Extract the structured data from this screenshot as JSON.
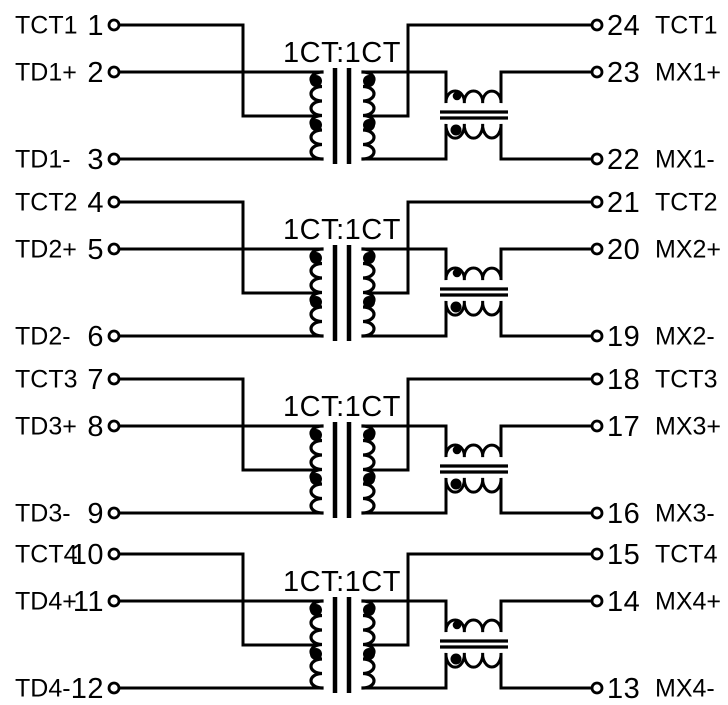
{
  "colors": {
    "wire": "#000000",
    "text": "#000000",
    "background": "#ffffff"
  },
  "channels": [
    {
      "ratio": "1CT:1CT",
      "left": [
        {
          "name": "TCT1",
          "pin": "1"
        },
        {
          "name": "TD1+",
          "pin": "2"
        },
        {
          "name": "TD1-",
          "pin": "3"
        }
      ],
      "right": [
        {
          "pin": "24",
          "name": "TCT1"
        },
        {
          "pin": "23",
          "name": "MX1+"
        },
        {
          "pin": "22",
          "name": "MX1-"
        }
      ]
    },
    {
      "ratio": "1CT:1CT",
      "left": [
        {
          "name": "TCT2",
          "pin": "4"
        },
        {
          "name": "TD2+",
          "pin": "5"
        },
        {
          "name": "TD2-",
          "pin": "6"
        }
      ],
      "right": [
        {
          "pin": "21",
          "name": "TCT2"
        },
        {
          "pin": "20",
          "name": "MX2+"
        },
        {
          "pin": "19",
          "name": "MX2-"
        }
      ]
    },
    {
      "ratio": "1CT:1CT",
      "left": [
        {
          "name": "TCT3",
          "pin": "7"
        },
        {
          "name": "TD3+",
          "pin": "8"
        },
        {
          "name": "TD3-",
          "pin": "9"
        }
      ],
      "right": [
        {
          "pin": "18",
          "name": "TCT3"
        },
        {
          "pin": "17",
          "name": "MX3+"
        },
        {
          "pin": "16",
          "name": "MX3-"
        }
      ]
    },
    {
      "ratio": "1CT:1CT",
      "left": [
        {
          "name": "TCT4",
          "pin": "10"
        },
        {
          "name": "TD4+",
          "pin": "11"
        },
        {
          "name": "TD4-",
          "pin": "12"
        }
      ],
      "right": [
        {
          "pin": "15",
          "name": "TCT4"
        },
        {
          "pin": "14",
          "name": "MX4+"
        },
        {
          "pin": "13",
          "name": "MX4-"
        }
      ]
    }
  ]
}
